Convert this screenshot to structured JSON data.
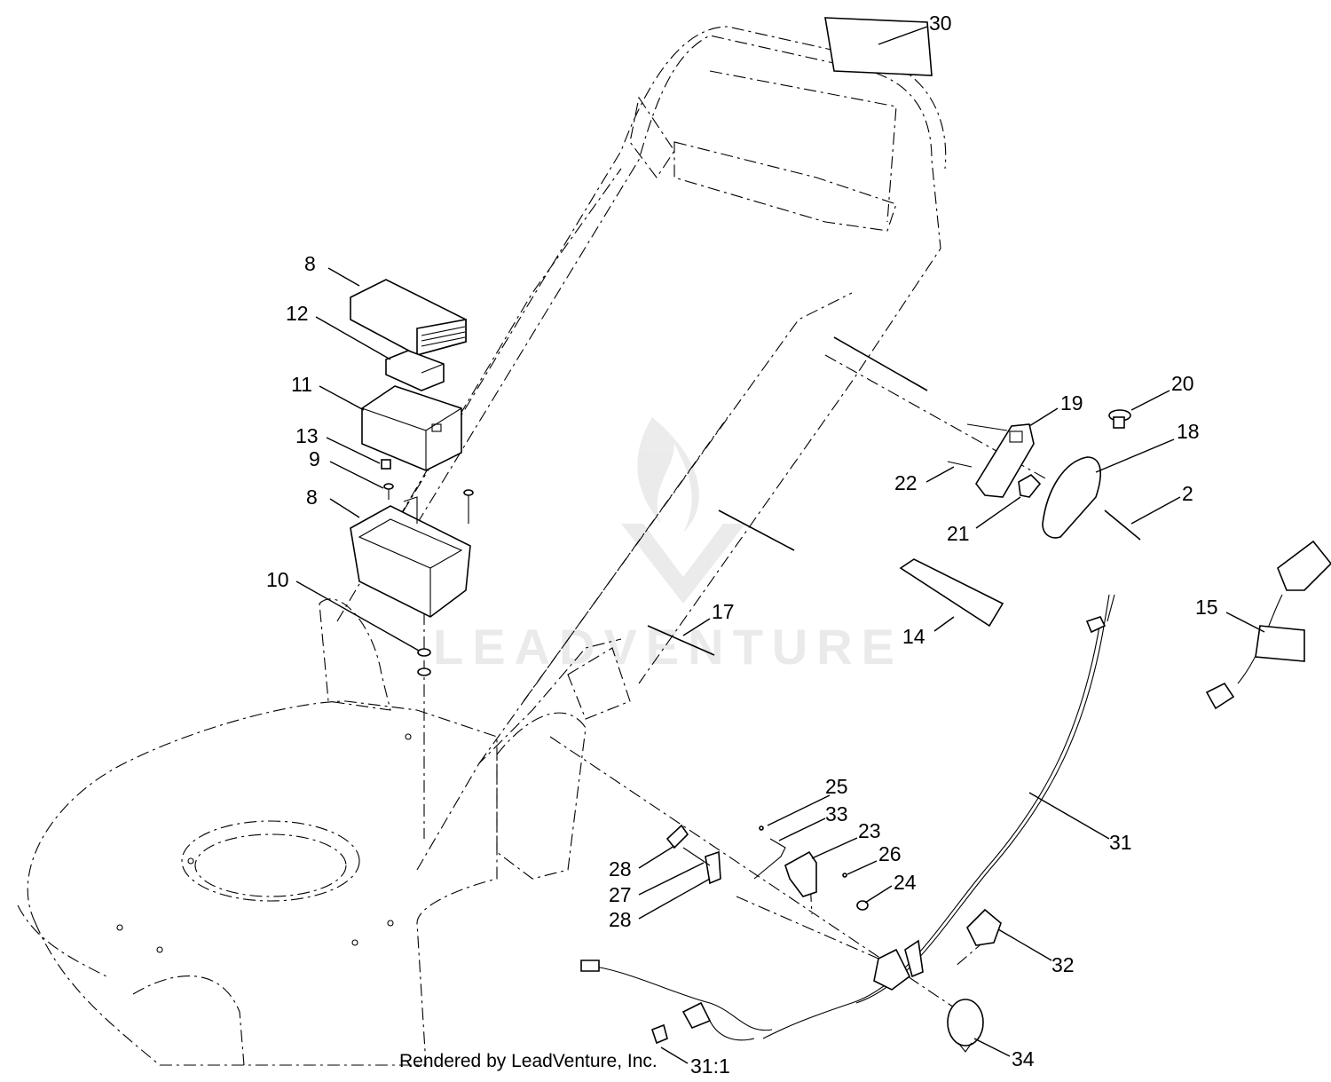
{
  "footer": "Rendered by LeadVenture, Inc.",
  "watermark": "LEADVENTURE",
  "callouts": [
    "30",
    "8",
    "12",
    "11",
    "13",
    "9",
    "8",
    "10",
    "17",
    "19",
    "20",
    "18",
    "22",
    "21",
    "2",
    "14",
    "15",
    "31",
    "25",
    "33",
    "23",
    "26",
    "24",
    "28",
    "27",
    "28",
    "32",
    "34",
    "31:1"
  ]
}
